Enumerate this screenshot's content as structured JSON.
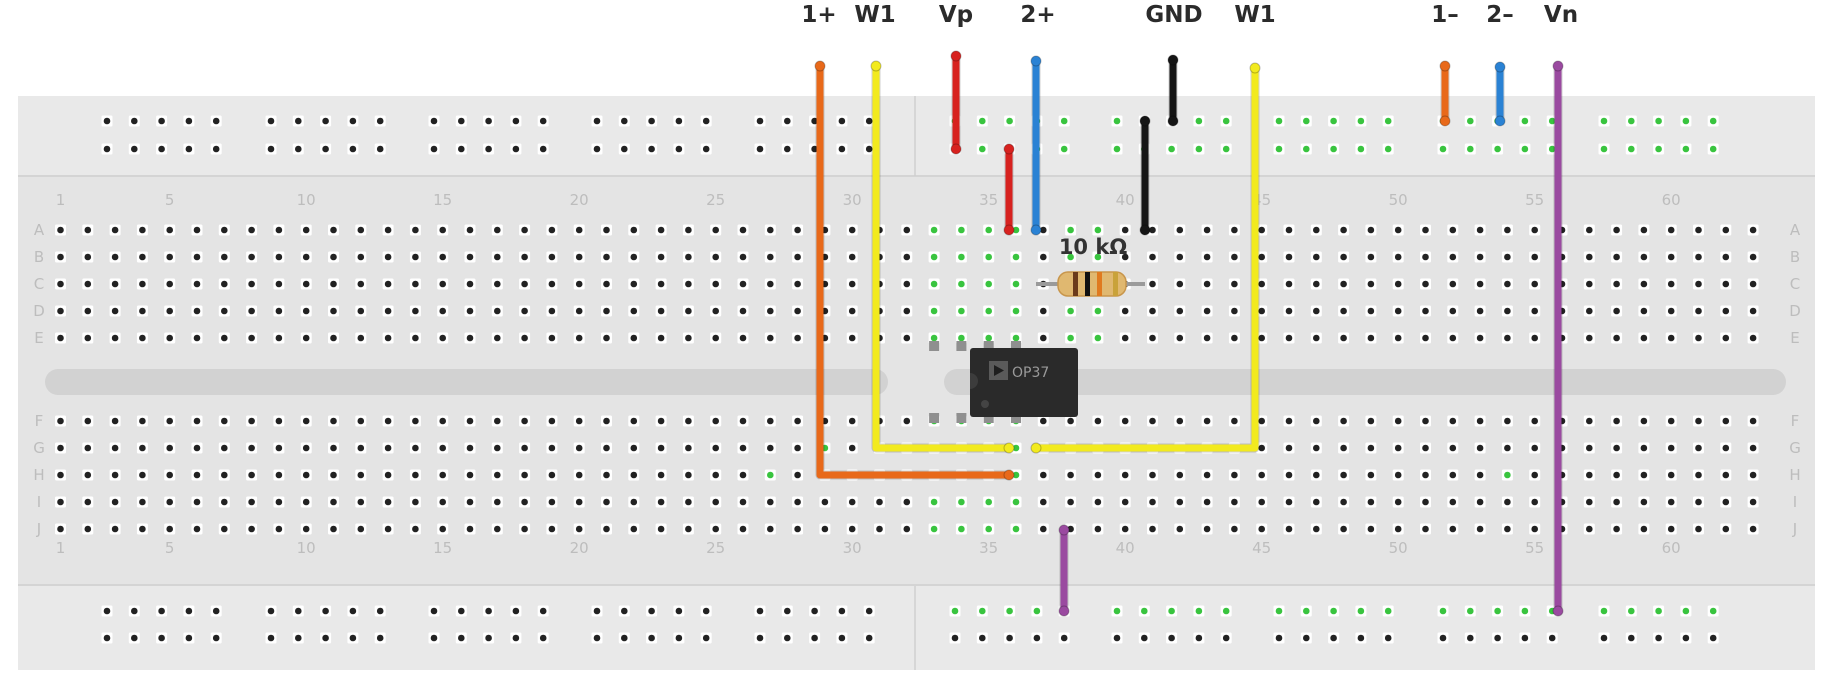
{
  "header_labels": [
    "1+",
    "W1",
    "Vp",
    "2+",
    "GND",
    "W1",
    "1–",
    "2–",
    "Vn"
  ],
  "column_numbers": [
    "1",
    "5",
    "10",
    "15",
    "20",
    "25",
    "30",
    "35",
    "40",
    "45",
    "50",
    "55",
    "60"
  ],
  "row_letters_top": [
    "A",
    "B",
    "C",
    "D",
    "E"
  ],
  "row_letters_bottom": [
    "F",
    "G",
    "H",
    "I",
    "J"
  ],
  "resistor": {
    "label": "10 kΩ",
    "bands": [
      "#6b3b1b",
      "#111111",
      "#e07a1f",
      "#c9a23a"
    ]
  },
  "chip": {
    "label": "OP37",
    "logo": "analog-devices-logo"
  },
  "colors": {
    "board": "#e6e6e6",
    "rail": "#e9e9e9",
    "hole": "#222222",
    "active_hole": "#39c43f",
    "orange": "#e8691a",
    "yellow": "#f2ea1e",
    "red": "#d7221f",
    "blue": "#2a82d4",
    "black": "#151515",
    "purple": "#9a4aa0"
  }
}
